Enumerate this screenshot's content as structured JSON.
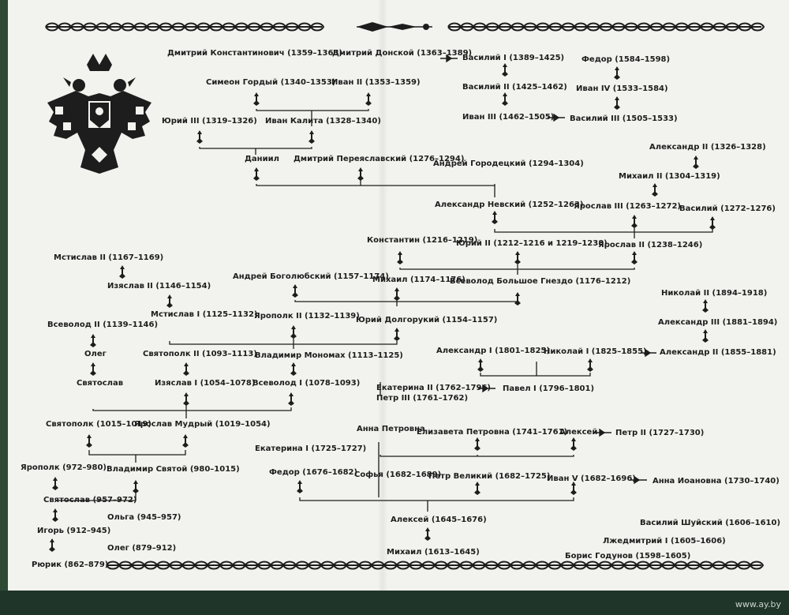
{
  "people": [
    {
      "id": "dmitry_konst",
      "text": "Дмитрий Константинович (1359–1363)"
    },
    {
      "id": "dmitry_donskoy",
      "text": "Дмитрий Донской (1363–1389)"
    },
    {
      "id": "vasily1",
      "text": "Василий I (1389–1425)"
    },
    {
      "id": "fedor1584",
      "text": "Федор (1584–1598)"
    },
    {
      "id": "simeon",
      "text": "Симеон Гордый (1340–1353)"
    },
    {
      "id": "ivan2",
      "text": "Иван II (1353–1359)"
    },
    {
      "id": "vasily2",
      "text": "Василий II (1425–1462)"
    },
    {
      "id": "ivan4",
      "text": "Иван IV (1533–1584)"
    },
    {
      "id": "yury3",
      "text": "Юрий III (1319–1326)"
    },
    {
      "id": "ivan_kalita",
      "text": "Иван Калита (1328–1340)"
    },
    {
      "id": "ivan3",
      "text": "Иван III (1462–1505)"
    },
    {
      "id": "vasily3",
      "text": "Василий III (1505–1533)"
    },
    {
      "id": "alexandr2_tver",
      "text": "Александр II (1326–1328)"
    },
    {
      "id": "daniil",
      "text": "Даниил"
    },
    {
      "id": "dmitry_pereyasl",
      "text": "Дмитрий Переяславский (1276–1294)"
    },
    {
      "id": "andrey_gorod",
      "text": "Андрей Городецкий (1294–1304)"
    },
    {
      "id": "mikhail2",
      "text": "Михаил II (1304–1319)"
    },
    {
      "id": "alexandr_nevsky",
      "text": "Александр Невский (1252–1263)"
    },
    {
      "id": "yaroslav3",
      "text": "Ярослав III (1263–1272)"
    },
    {
      "id": "vasily1272",
      "text": "Василий (1272–1276)"
    },
    {
      "id": "konstantin",
      "text": "Константин (1216–1219)"
    },
    {
      "id": "yury2",
      "text": "Юрий II (1212–1216 и 1219–1238)"
    },
    {
      "id": "yaroslav2",
      "text": "Ярослав II (1238–1246)"
    },
    {
      "id": "mstislav2",
      "text": "Мстислав II (1167–1169)"
    },
    {
      "id": "andrey_bogol",
      "text": "Андрей Боголюбский (1157–1174)"
    },
    {
      "id": "mikhail1",
      "text": "Михаил (1174–1176)"
    },
    {
      "id": "vsevolod_gnezdo",
      "text": "Всеволод Большое Гнездо (1176–1212)"
    },
    {
      "id": "izyaslav2",
      "text": "Изяслав II (1146–1154)"
    },
    {
      "id": "nikolay2",
      "text": "Николай II (1894–1918)"
    },
    {
      "id": "mstislav1",
      "text": "Мстислав I (1125–1132)"
    },
    {
      "id": "yaropolk2",
      "text": "Ярополк II (1132–1139)"
    },
    {
      "id": "yury_dolgoruky",
      "text": "Юрий Долгорукий (1154–1157)"
    },
    {
      "id": "vsevolod2",
      "text": "Всеволод II (1139–1146)"
    },
    {
      "id": "alexandr3",
      "text": "Александр III (1881–1894)"
    },
    {
      "id": "oleg_a",
      "text": "Олег"
    },
    {
      "id": "svyatopolk2",
      "text": "Святополк II (1093–1113)"
    },
    {
      "id": "vladimir_monomakh",
      "text": "Владимир Мономах (1113–1125)"
    },
    {
      "id": "alexandr1",
      "text": "Александр I (1801–1825)"
    },
    {
      "id": "nikolay1",
      "text": "Николай I (1825–1855)"
    },
    {
      "id": "alexandr2",
      "text": "Александр II (1855–1881)"
    },
    {
      "id": "svyatoslav_a",
      "text": "Святослав"
    },
    {
      "id": "izyaslav1",
      "text": "Изяслав I (1054–1078)"
    },
    {
      "id": "vsevolod1",
      "text": "Всеволод I (1078–1093)"
    },
    {
      "id": "ekaterina2",
      "text": "Екатерина II (1762–1796)"
    },
    {
      "id": "pavel1",
      "text": "Павел I (1796–1801)"
    },
    {
      "id": "petr3",
      "text": "Петр III (1761–1762)"
    },
    {
      "id": "svyatopolk1",
      "text": "Святополк (1015–1019)"
    },
    {
      "id": "yaroslav_mudry",
      "text": "Ярослав Мудрый (1019–1054)"
    },
    {
      "id": "anna_petrovna",
      "text": "Анна Петровна"
    },
    {
      "id": "elizaveta",
      "text": "Елизавета Петровна (1741–1761)"
    },
    {
      "id": "aleksey_a",
      "text": "Алексей"
    },
    {
      "id": "petr2",
      "text": "Петр II (1727–1730)"
    },
    {
      "id": "ekaterina1",
      "text": "Екатерина I (1725–1727)"
    },
    {
      "id": "yaropolk972",
      "text": "Ярополк (972–980)"
    },
    {
      "id": "vladimir_svyatoy",
      "text": "Владимир Святой (980–1015)"
    },
    {
      "id": "fedor1676",
      "text": "Федор (1676–1682)"
    },
    {
      "id": "sofya",
      "text": "Софья (1682–1689)"
    },
    {
      "id": "petr_veliky",
      "text": "Петр Великий (1682–1725)"
    },
    {
      "id": "ivan5",
      "text": "Иван V (1682–1696)"
    },
    {
      "id": "anna_ioann",
      "text": "Анна Иоановна (1730–1740)"
    },
    {
      "id": "svyatoslav957",
      "text": "Святослав (957–972)"
    },
    {
      "id": "olga",
      "text": "Ольга (945–957)"
    },
    {
      "id": "aleksey1645",
      "text": "Алексей (1645–1676)"
    },
    {
      "id": "vasily_shuisky",
      "text": "Василий Шуйский (1606–1610)"
    },
    {
      "id": "igor",
      "text": "Игорь (912–945)"
    },
    {
      "id": "oleg879",
      "text": "Олег (879–912)"
    },
    {
      "id": "lzhedmitry",
      "text": "Лжедмитрий I (1605–1606)"
    },
    {
      "id": "mikhail1613",
      "text": "Михаил (1613–1645)"
    },
    {
      "id": "boris",
      "text": "Борис Годунов (1598–1605)"
    },
    {
      "id": "ryurik",
      "text": "Рюрик (862–879)"
    }
  ],
  "watermark": "www.ay.by",
  "colors": {
    "paper": "#f2f2ee",
    "ink": "#1d1d1d",
    "border": "#203529"
  }
}
